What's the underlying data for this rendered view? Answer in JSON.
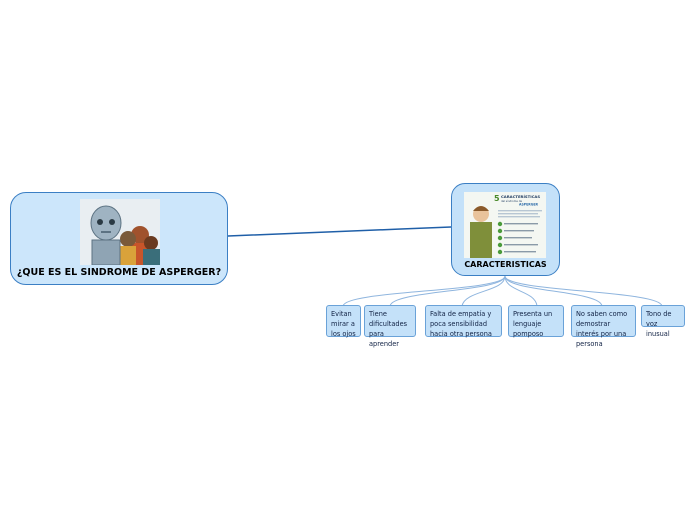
{
  "main_topic": {
    "title": "¿QUE ES EL SINDROME DE ASPERGER?",
    "image": "children-group-illustration"
  },
  "subtopic": {
    "title": "CARACTERISTICAS",
    "image": "infographic-5-caracteristicas-asperger",
    "image_text": {
      "number": "5",
      "heading": "CARACTERÍSTICAS",
      "sub": "del síndrome de",
      "highlight": "ASPERGER"
    }
  },
  "characteristics": [
    {
      "text": "Evitan mirar a los ojos"
    },
    {
      "text": "Tiene dificultades para aprender"
    },
    {
      "text": "Falta de empatía y poca sensibilidad hacia otra persona"
    },
    {
      "text": "Presenta un lenguaje pomposo"
    },
    {
      "text": "No saben como demostrar interés por una persona"
    },
    {
      "text": "Tono de voz inusual"
    }
  ],
  "colors": {
    "node_fill": "#c4e1f9",
    "node_border": "#3b7fc4",
    "connector": "#1f5fa8",
    "branch": "#7fa9d6"
  }
}
